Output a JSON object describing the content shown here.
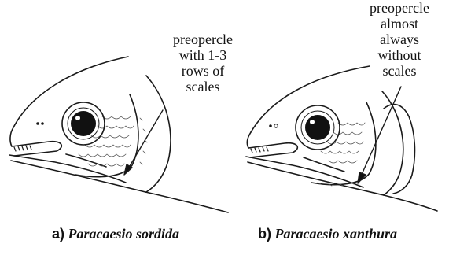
{
  "panel_a": {
    "callout": "preopercle\nwith 1-3\nrows of\nscales",
    "letter": "a)",
    "species": "Paracaesio sordida"
  },
  "panel_b": {
    "callout": "preopercle\nalmost\nalways\nwithout\nscales",
    "letter": "b)",
    "species": "Paracaesio xanthura"
  }
}
